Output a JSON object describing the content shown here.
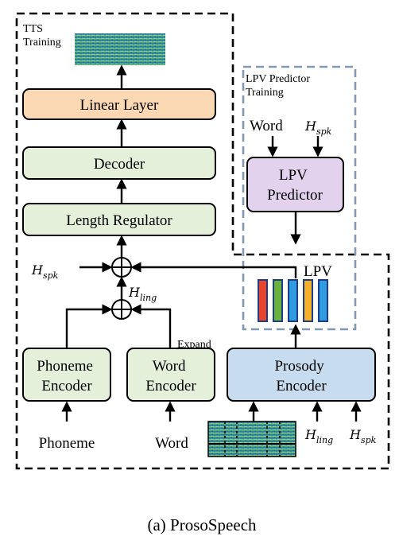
{
  "tts_training_label": [
    "TTS",
    "Training"
  ],
  "lpv_training_label": [
    "LPV Predictor",
    "Training"
  ],
  "boxes": {
    "linear_layer": [
      "Linear Layer"
    ],
    "decoder": [
      "Decoder"
    ],
    "length_regulator": [
      "Length Regulator"
    ],
    "phoneme_encoder": [
      "Phoneme",
      "Encoder"
    ],
    "word_encoder": [
      "Word",
      "Encoder"
    ],
    "prosody_encoder": [
      "Prosody",
      "Encoder"
    ],
    "lpv_predictor": [
      "LPV",
      "Predictor"
    ]
  },
  "inputs": {
    "phoneme": "Phoneme",
    "word": "Word",
    "word_lpv": "Word"
  },
  "labels": {
    "expand": "Expand",
    "lpv": "LPV"
  },
  "math": {
    "h_spk": {
      "base": "H",
      "sub": "spk"
    },
    "h_ling": {
      "base": "H",
      "sub": "ling"
    }
  },
  "lpv_bar_colors": [
    "#e8432b",
    "#6ab23c",
    "#2f9be0",
    "#f5b12a",
    "#2f9be0"
  ],
  "colors": {
    "linear_layer_fill": "#fbd8b4",
    "green_box_fill": "#e4f0da",
    "prosody_fill": "#c7dcef",
    "lpv_predictor_fill": "#e3d2ee",
    "lpv_dashed_border": "#8399b1"
  },
  "caption": "(a) ProsoSpeech"
}
